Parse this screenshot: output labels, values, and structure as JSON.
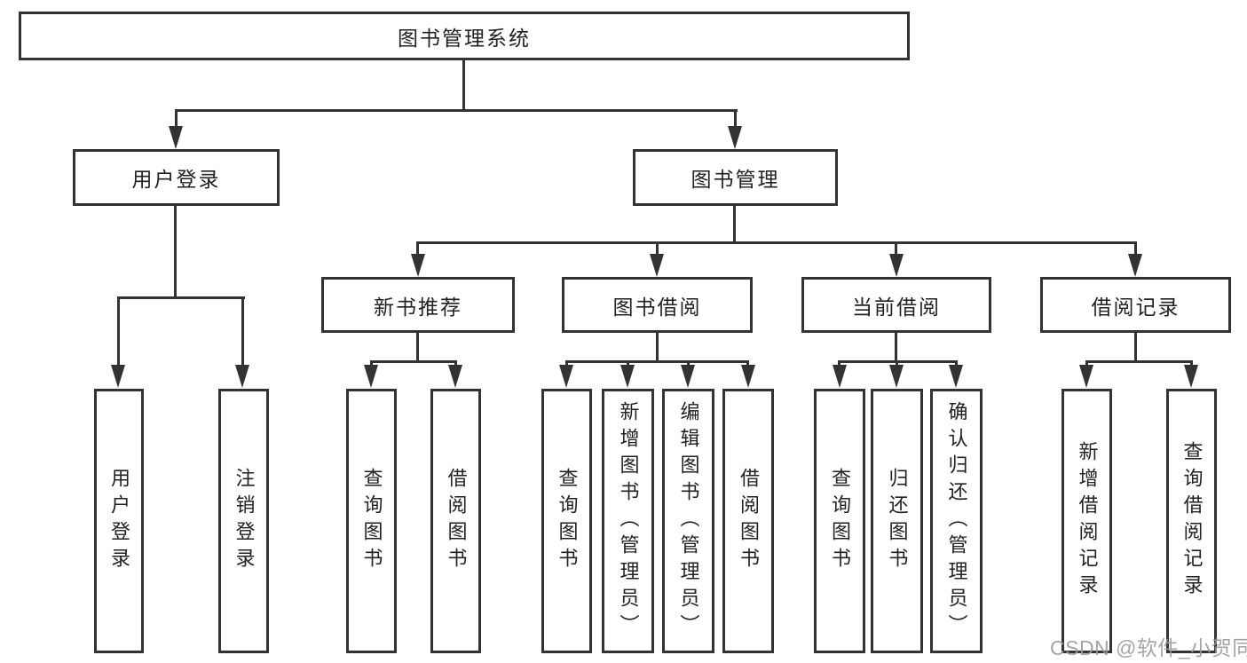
{
  "tree": {
    "label": "图书管理系统",
    "children": [
      {
        "label": "用户登录",
        "children": [
          {
            "label": "用户登录"
          },
          {
            "label": "注销登录"
          }
        ]
      },
      {
        "label": "图书管理",
        "children": [
          {
            "label": "新书推荐",
            "children": [
              {
                "label": "查询图书"
              },
              {
                "label": "借阅图书"
              }
            ]
          },
          {
            "label": "图书借阅",
            "children": [
              {
                "label": "查询图书"
              },
              {
                "label": "新增图书（管理员）"
              },
              {
                "label": "编辑图书（管理员）"
              },
              {
                "label": "借阅图书"
              }
            ]
          },
          {
            "label": "当前借阅",
            "children": [
              {
                "label": "查询图书"
              },
              {
                "label": "归还图书"
              },
              {
                "label": "确认归还（管理员）"
              }
            ]
          },
          {
            "label": "借阅记录",
            "children": [
              {
                "label": "新增借阅记录"
              },
              {
                "label": "查询借阅记录"
              }
            ]
          }
        ]
      }
    ]
  },
  "watermark": "CSDN @软件_小贺同学",
  "colors": {
    "line": "#333333",
    "text": "#222222",
    "watermark": "#9b9b9b",
    "background": "#ffffff"
  }
}
